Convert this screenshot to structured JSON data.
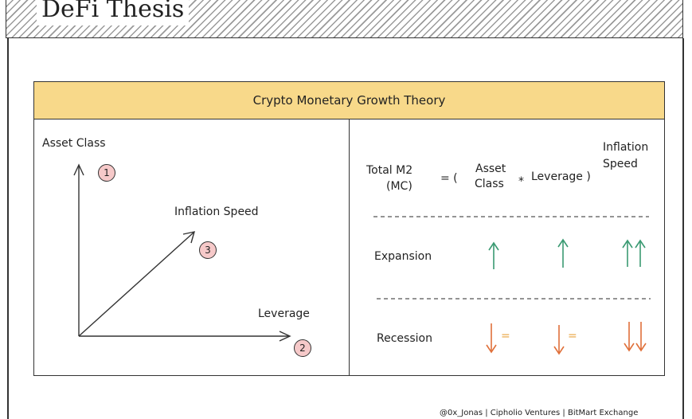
{
  "header": {
    "title": "DeFi Thesis"
  },
  "banner": {
    "title": "Crypto Monetary Growth Theory"
  },
  "diagram": {
    "y_axis_label": "Asset Class",
    "diagonal_label": "Inflation Speed",
    "x_axis_label": "Leverage",
    "badge_1": "1",
    "badge_2": "2",
    "badge_3": "3"
  },
  "formula": {
    "lhs_line1": "Total M2",
    "lhs_line2": "(MC)",
    "equals_paren": "= (",
    "asset_line1": "Asset",
    "asset_line2": "Class",
    "times": "*",
    "leverage_paren": "Leverage )",
    "exp_line1": "Inflation",
    "exp_line2": "Speed"
  },
  "rows": {
    "expansion": "Expansion",
    "recession": "Recession",
    "equal_sign": "="
  },
  "colors": {
    "up": "#3a9a72",
    "down": "#e0703a",
    "banner": "#f8d98a",
    "badge": "#f6c9c9"
  },
  "icons": {
    "up": "arrow-up-icon",
    "down": "arrow-down-icon"
  },
  "footer": {
    "credit": "@0x_Jonas | Cipholio Ventures | BitMart Exchange"
  }
}
